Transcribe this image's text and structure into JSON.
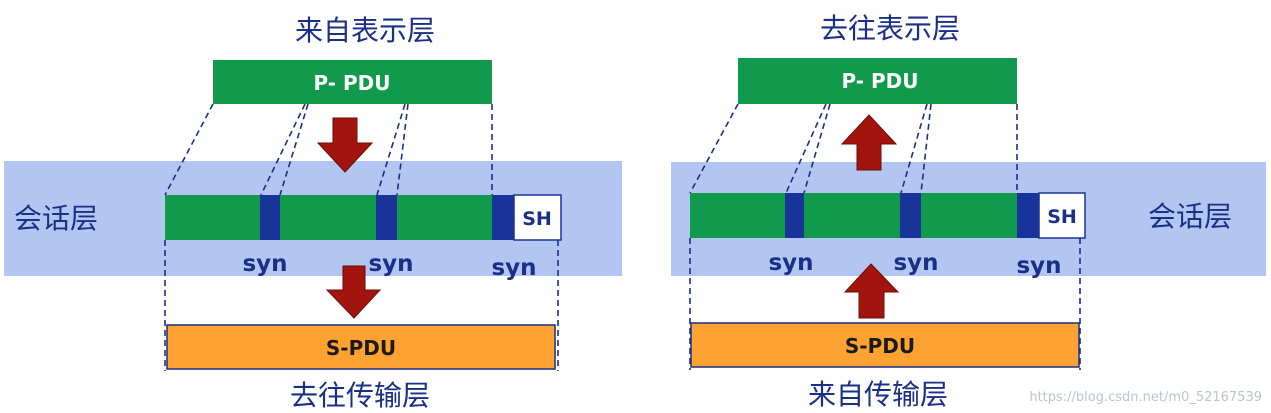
{
  "left": {
    "top_label": "来自表示层",
    "layer_label": "会话层",
    "p_pdu": "P- PDU",
    "sh": "SH",
    "syn": [
      "syn",
      "syn",
      "syn"
    ],
    "s_pdu": "S-PDU",
    "bottom_label": "去往传输层"
  },
  "right": {
    "top_label": "去往表示层",
    "layer_label": "会话层",
    "p_pdu": "P- PDU",
    "sh": "SH",
    "syn": [
      "syn",
      "syn",
      "syn"
    ],
    "s_pdu": "S-PDU",
    "bottom_label": "来自传输层"
  },
  "watermark": "https://blog.csdn.net/m0_52167539",
  "colors": {
    "layer_band": "#b3c6f2",
    "pdu_green": "#119a4b",
    "syn_blue": "#19339a",
    "s_pdu_orange": "#ffa232",
    "arrow_red": "#a3140f",
    "label_blue": "#1a2f86"
  }
}
